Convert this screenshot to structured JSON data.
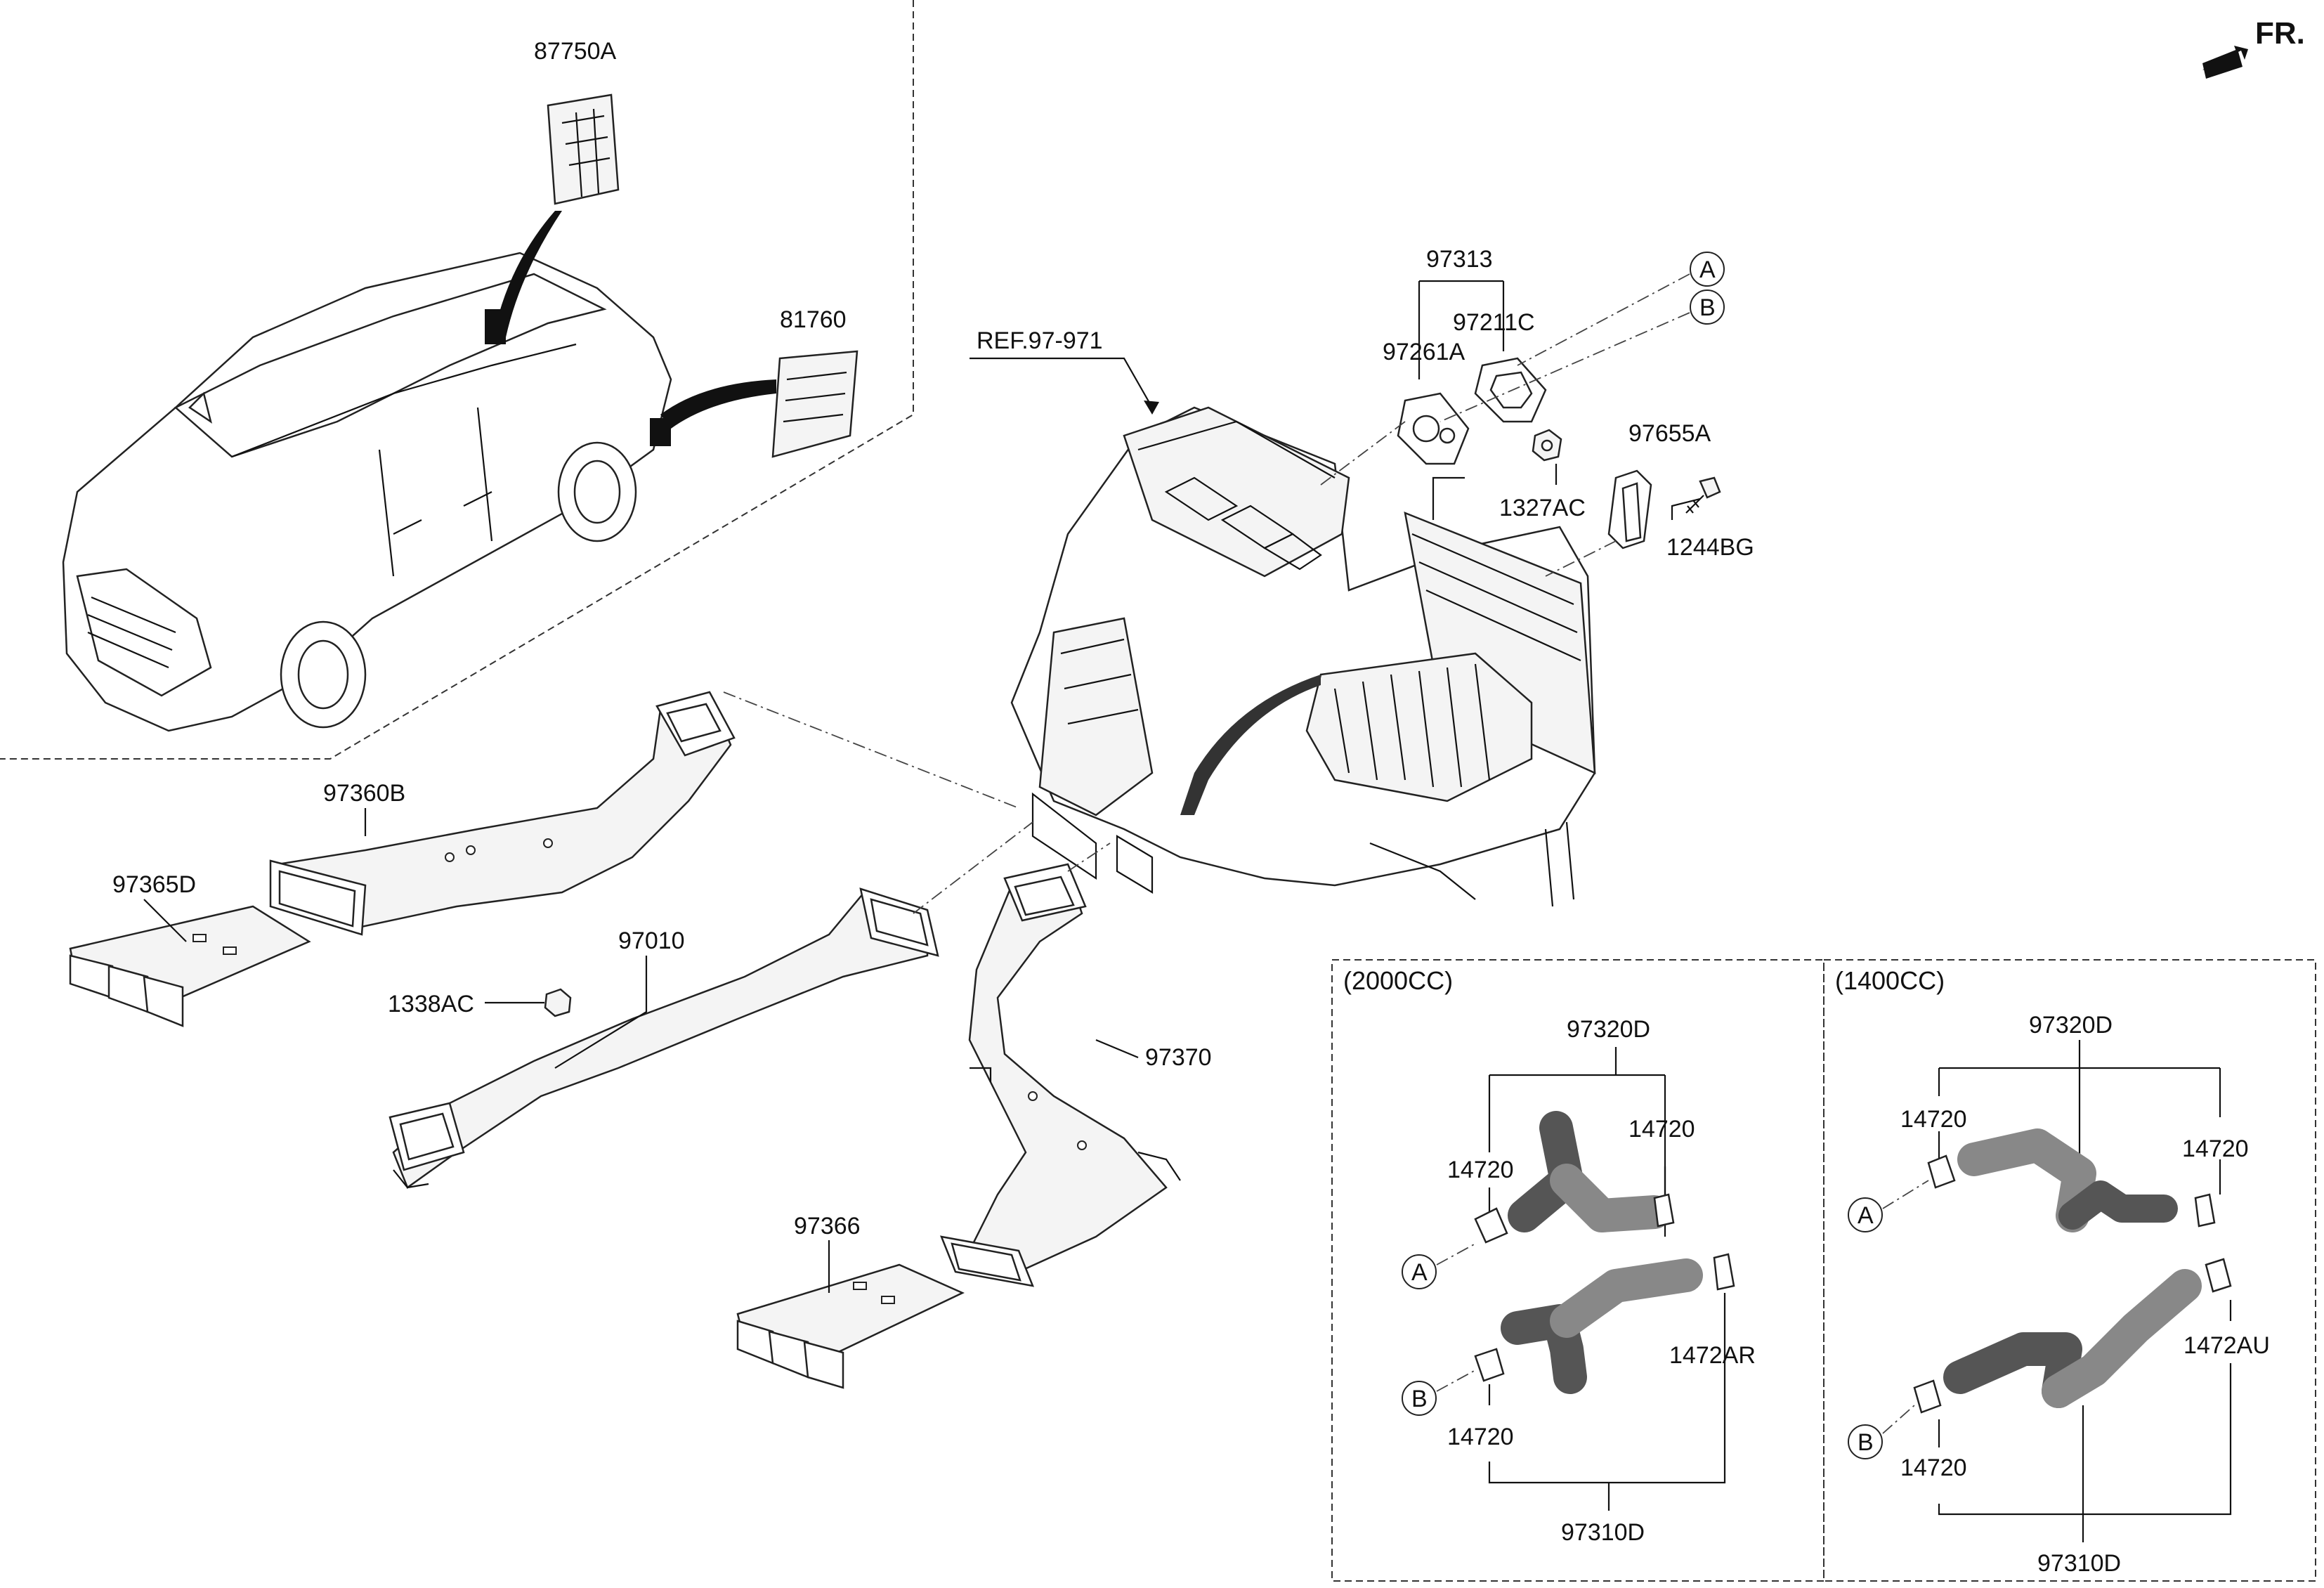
{
  "orientation": {
    "label": "FR."
  },
  "reference": {
    "label": "REF.97-971"
  },
  "parts": {
    "p87750A": "87750A",
    "p81760": "81760",
    "p97313": "97313",
    "p97211C": "97211C",
    "p97261A": "97261A",
    "p97655A": "97655A",
    "p1327AC": "1327AC",
    "p1244BG": "1244BG",
    "p97360B": "97360B",
    "p97365D": "97365D",
    "p97010": "97010",
    "p1338AC": "1338AC",
    "p97370": "97370",
    "p97366": "97366"
  },
  "marker_A": "A",
  "marker_B": "B",
  "box_2000": {
    "title": "(2000CC)",
    "labels": {
      "p97320D": "97320D",
      "p14720_a": "14720",
      "p14720_b": "14720",
      "p14720_c": "14720",
      "p1472AR": "1472AR",
      "p97310D": "97310D"
    }
  },
  "box_1400": {
    "title": "(1400CC)",
    "labels": {
      "p97320D": "97320D",
      "p14720_a": "14720",
      "p14720_b": "14720",
      "p14720_c": "14720",
      "p1472AU": "1472AU",
      "p97310D": "97310D"
    }
  },
  "colors": {
    "line": "#111111",
    "hose": "#888888",
    "background": "#ffffff"
  }
}
